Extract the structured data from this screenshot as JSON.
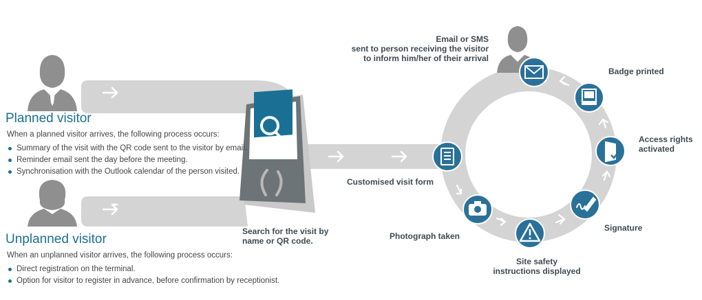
{
  "planned": {
    "title": "Planned visitor",
    "intro": "When a planned visitor arrives, the following process occurs:",
    "bullets": [
      "Summary of the visit with the QR code sent to the visitor by email.",
      "Reminder email sent the day before the meeting.",
      "Synchronisation with the Outlook calendar of the person visited."
    ]
  },
  "unplanned": {
    "title": "Unplanned visitor",
    "intro": "When an unplanned visitor arrives, the following process occurs:",
    "bullets": [
      "Direct registration on the terminal.",
      "Option for visitor to register in advance, before confirmation by receptionist."
    ]
  },
  "terminal": {
    "label_line1": "Search for the visit by",
    "label_line2": "name or QR code."
  },
  "steps": {
    "form": "Customised visit form",
    "photo": "Photograph taken",
    "safety_line1": "Site safety",
    "safety_line2": "instructions displayed",
    "signature": "Signature",
    "access_line1": "Access rights",
    "access_line2": "activated",
    "badge": "Badge printed",
    "notify_line1": "Email or SMS",
    "notify_line2": "sent to person receiving the visitor",
    "notify_line3": "to inform him/her of their arrival"
  },
  "colors": {
    "accent": "#1a6f94",
    "icon_circle": "#2a7199",
    "band": "#d4d4d4",
    "person": "#8f8f8f"
  },
  "icons": [
    "person-icon",
    "search-icon",
    "spinner-icon",
    "form-icon",
    "camera-icon",
    "warning-icon",
    "signature-icon",
    "door-icon",
    "badge-printer-icon",
    "envelope-icon"
  ]
}
